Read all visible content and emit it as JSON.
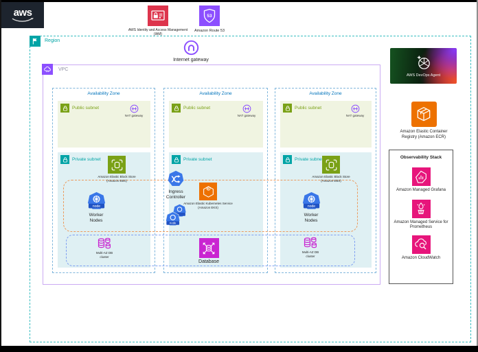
{
  "colors": {
    "iam_red": "#DD344C",
    "purple": "#8C4FFF",
    "region_teal": "#00A4A6",
    "az_blue": "#0073BB",
    "subnet_green": "#7AA116",
    "eks_orange": "#ED7100",
    "database_magenta": "#C925D1",
    "observability_pink": "#E7157B",
    "kubernetes_blue": "#3A77E8",
    "public_subnet_bg": "#F0F4E1",
    "private_subnet_bg": "#DFF0F3"
  },
  "logo": {
    "text": "aws"
  },
  "external": {
    "iam": "AWS Identity and Access Management (IAM)",
    "route53": "Amazon Route 53",
    "route53_badge": "53"
  },
  "region": {
    "label": "Region"
  },
  "internet_gateway": {
    "label": "Internet gateway"
  },
  "vpc": {
    "label": "VPC"
  },
  "zones": [
    {
      "label": "Availability Zone",
      "public_subnet": "Public subnet",
      "nat_gateway": "NAT gateway",
      "private_subnet": "Private subnet",
      "ebs": "Amazon Elastic Block Store (Amazon EBS)",
      "worker_nodes": "Worker Nodes",
      "node_badge": "node",
      "multi_az": "Multi-AZ DB cluster"
    },
    {
      "label": "Availability Zone",
      "public_subnet": "Public subnet",
      "nat_gateway": "NAT gateway",
      "private_subnet": "Private subnet",
      "ingress": "Ingress Controller",
      "eks": "Amazon Elastic Kubernetes Service (Amazon EKS)",
      "node_badge": "node",
      "database": "Database"
    },
    {
      "label": "Availability Zone",
      "public_subnet": "Public subnet",
      "nat_gateway": "NAT gateway",
      "private_subnet": "Private subnet",
      "ebs": "Amazon Elastic Block Store (Amazon EBS)",
      "worker_nodes": "Worker Nodes",
      "node_badge": "node",
      "multi_az": "Multi-AZ DB cluster"
    }
  ],
  "right_panel": {
    "devops_agent": "AWS DevOps Agent",
    "ecr": "Amazon Elastic Container Registry (Amazon ECR)",
    "observability": {
      "title": "Observability Stack",
      "items": [
        "Amazon Managed Grafana",
        "Amazon Managed Service for Prometheus",
        "Amazon CloudWatch"
      ]
    }
  }
}
